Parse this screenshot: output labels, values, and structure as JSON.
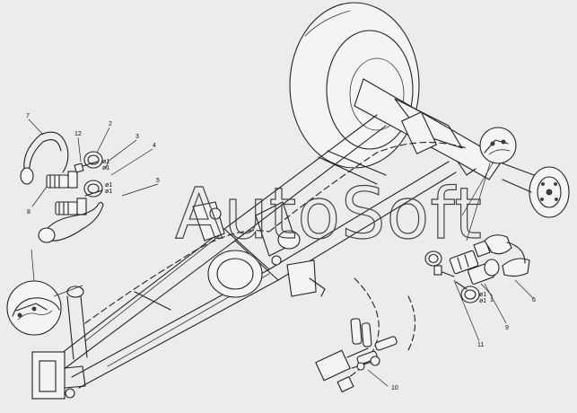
{
  "watermark": "AutoSoft",
  "callouts": [
    {
      "id": "c1",
      "text": "1"
    },
    {
      "id": "c2",
      "text": "2"
    },
    {
      "id": "c3",
      "text": "3"
    },
    {
      "id": "c4",
      "text": "4"
    },
    {
      "id": "c5",
      "text": "5"
    },
    {
      "id": "c6",
      "text": "6"
    },
    {
      "id": "c7",
      "text": "7"
    },
    {
      "id": "c8",
      "text": "8"
    },
    {
      "id": "c9",
      "text": "9"
    },
    {
      "id": "c10",
      "text": "10"
    },
    {
      "id": "c11",
      "text": "11"
    },
    {
      "id": "c12",
      "text": "12"
    }
  ],
  "symbols": {
    "marks_upper_a": [
      "ø1",
      "ø1"
    ],
    "marks_upper_b": [
      "ø1",
      "ø1"
    ],
    "marks_right": [
      "ø1",
      "ø1"
    ]
  }
}
